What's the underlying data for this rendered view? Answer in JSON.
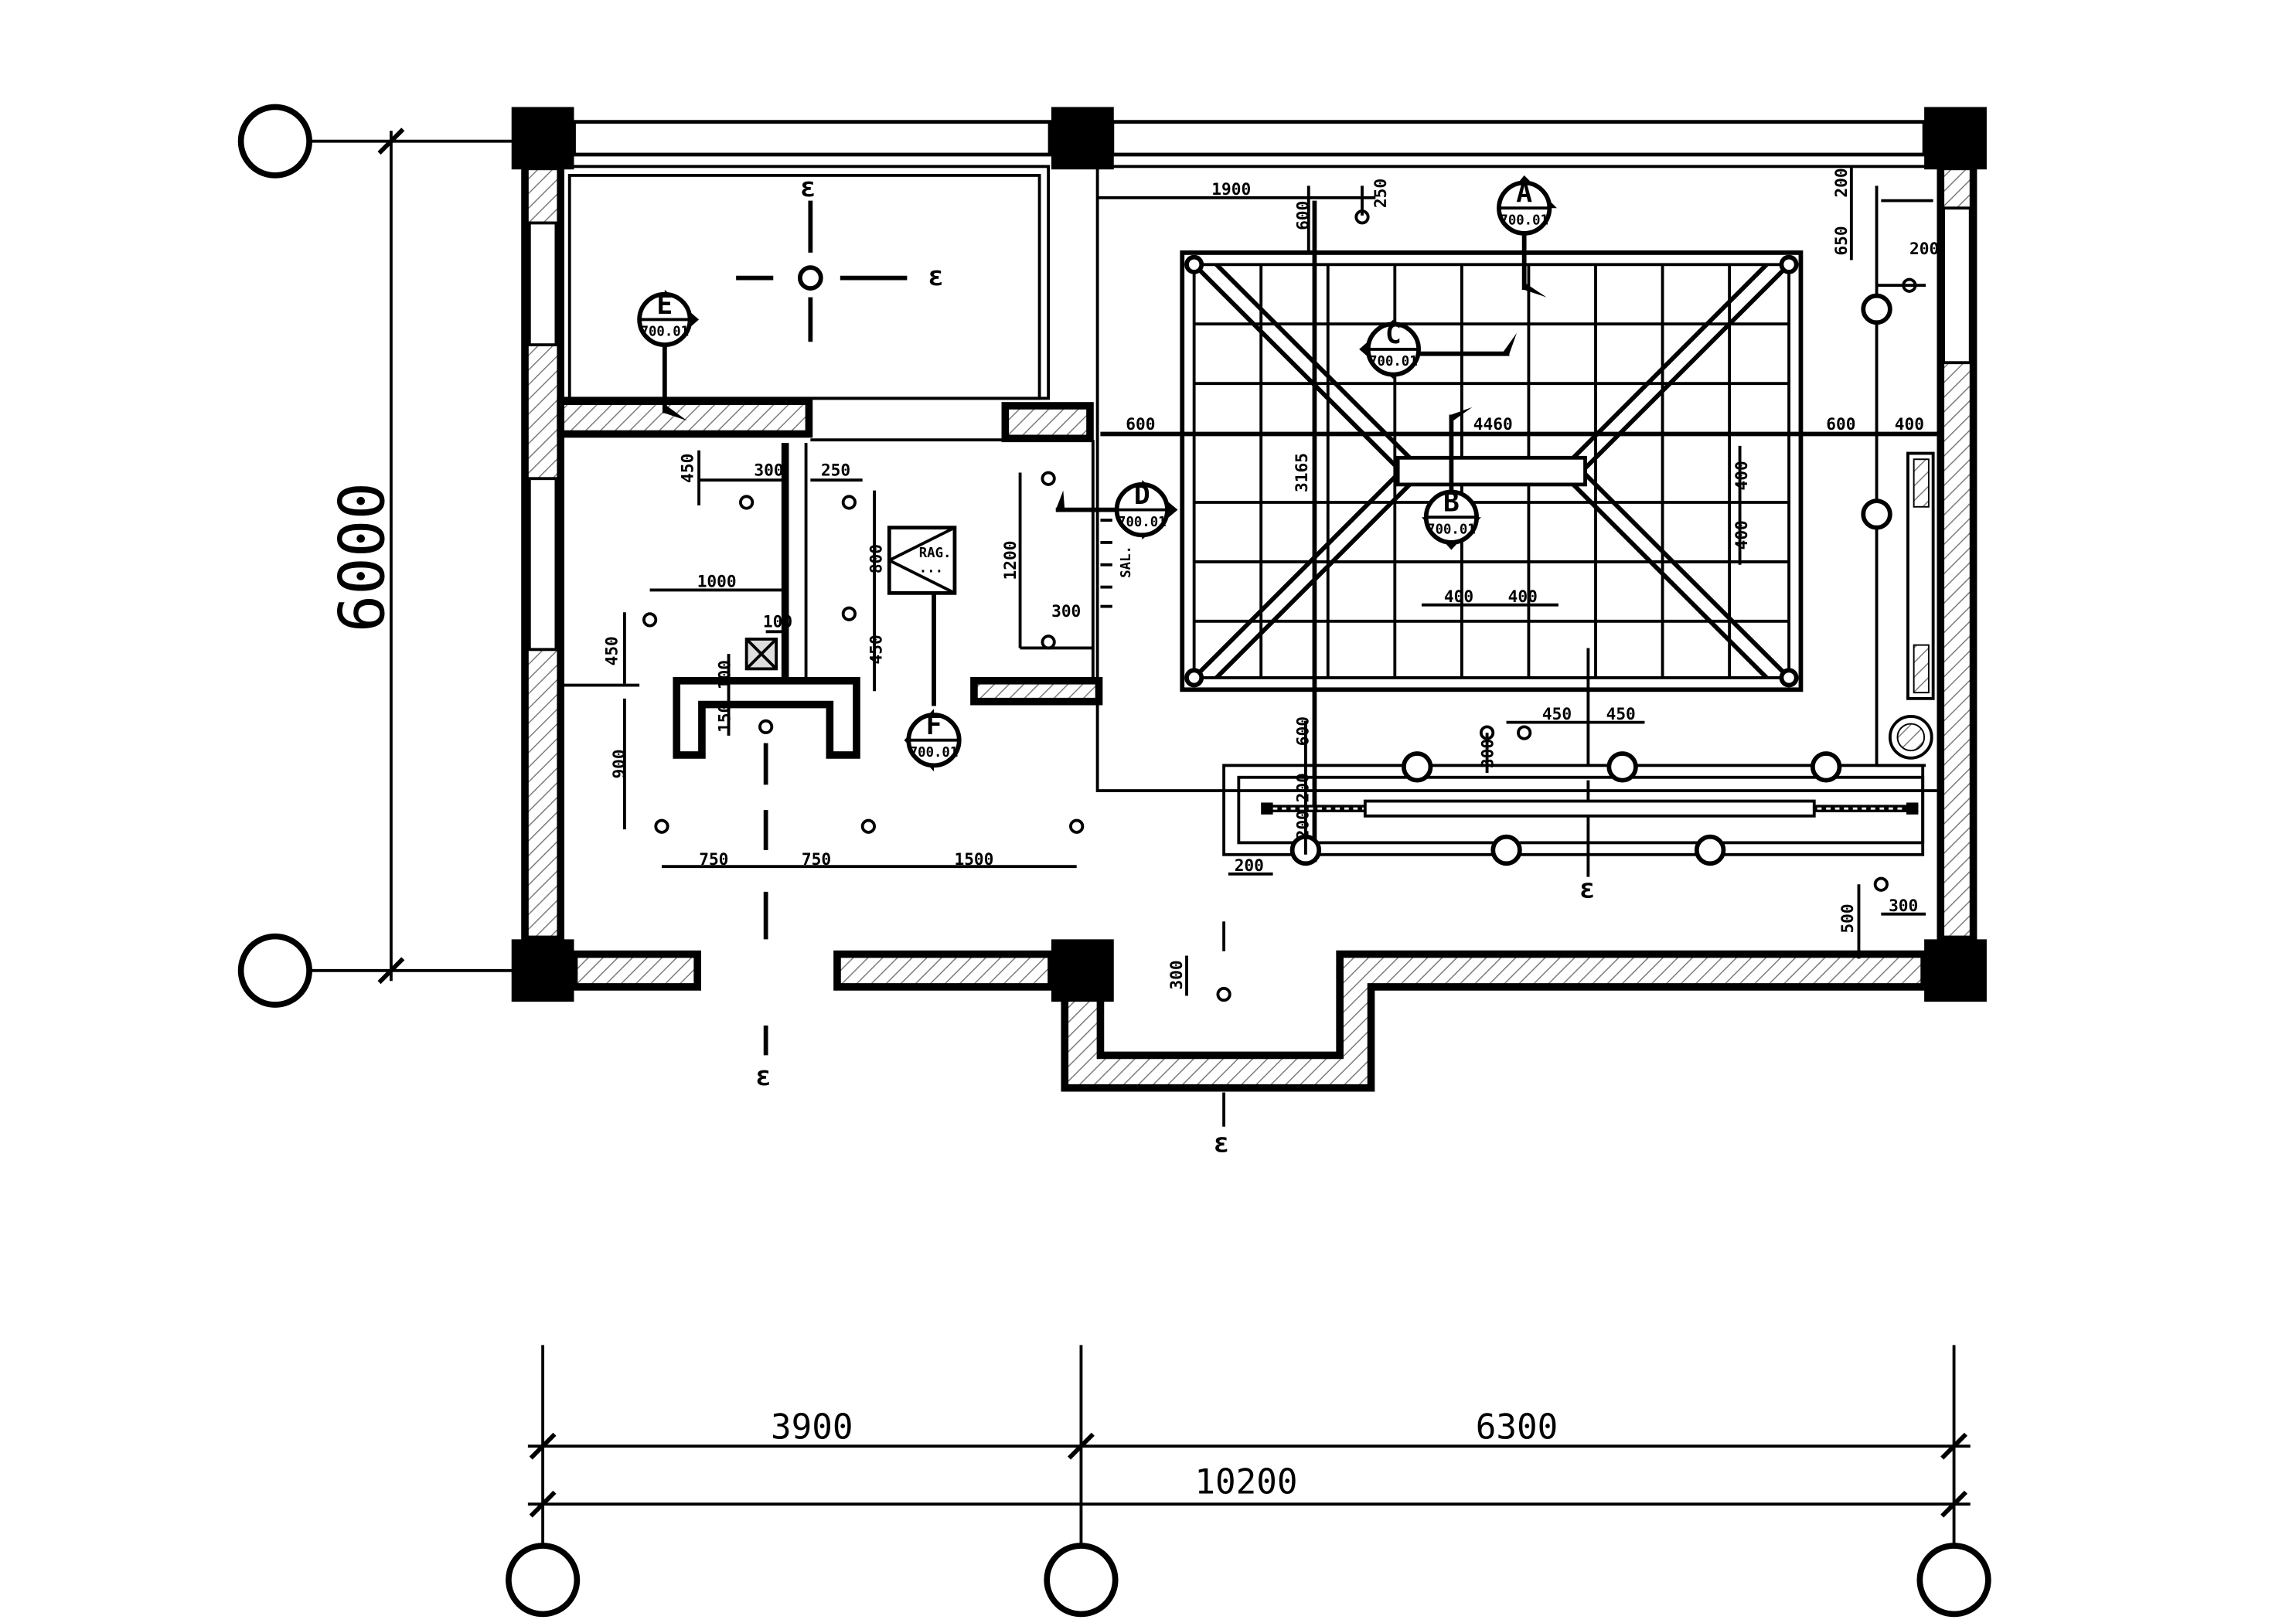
{
  "dimensions": {
    "overall_height": "6000",
    "bay_left": "3900",
    "bay_right": "6300",
    "overall_width": "10200",
    "d_1900": "1900",
    "d_600_top": "600",
    "d_250_top": "250",
    "d_200_tr": "200",
    "d_650": "650",
    "d_200_r": "200",
    "d_600_ceiling_left": "600",
    "d_4460": "4460",
    "d_600_ceiling_right": "600",
    "d_400_right": "400",
    "d_3165": "3165",
    "d_400_v1": "400",
    "d_400_v2": "400",
    "d_400_h1": "400",
    "d_400_h2": "400",
    "d_450_a": "450",
    "d_300_a": "300",
    "d_250_a": "250",
    "d_800": "800",
    "d_1200": "1200",
    "d_1000": "1000",
    "d_100_a": "100",
    "d_300_b": "300",
    "d_450_b": "450",
    "d_450_c": "450",
    "d_100_b": "100",
    "d_150": "150",
    "d_900": "900",
    "d_750_a": "750",
    "d_750_b": "750",
    "d_1500": "1500",
    "d_600_mid": "600",
    "d_450_d": "450",
    "d_450_e": "450",
    "d_300_c": "300",
    "d_200_a": "200",
    "d_200_b": "200",
    "d_200_c": "200",
    "d_500": "500",
    "d_300_d": "300",
    "d_300_e": "300"
  },
  "section_markers": [
    {
      "letter": "A",
      "ref": "700.01"
    },
    {
      "letter": "B",
      "ref": "700.01"
    },
    {
      "letter": "C",
      "ref": "700.01"
    },
    {
      "letter": "D",
      "ref": "700.01"
    },
    {
      "letter": "E",
      "ref": "700.01"
    },
    {
      "letter": "F",
      "ref": "700.01"
    }
  ],
  "labels": {
    "equipment_tag_1": "RAG.",
    "equipment_tag_2": "...",
    "vertical_note": "SAL."
  },
  "icons": [
    "grid-bubble-icon",
    "column-icon",
    "centerline-icon",
    "downlight-icon",
    "spotlight-icon",
    "section-marker-icon",
    "exhaust-fan-icon"
  ]
}
